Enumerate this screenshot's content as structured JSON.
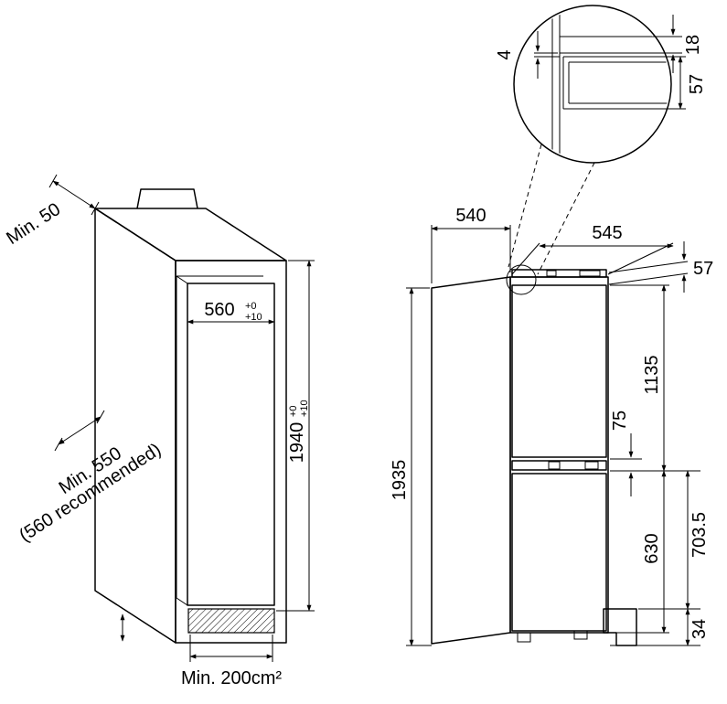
{
  "detail": {
    "gap": "4",
    "panel": "18",
    "door_thickness": "57"
  },
  "cabinet": {
    "wall_clearance": "Min. 50",
    "niche_width": "560",
    "niche_width_tol_upper": "+0",
    "niche_width_tol_lower": "+10",
    "niche_height": "1940",
    "niche_height_tol_upper": "+0",
    "niche_height_tol_lower": "+10",
    "depth": "Min. 550",
    "depth_note": "(560 recommended)",
    "ventilation": "Min. 200cm²"
  },
  "appliance": {
    "depth": "540",
    "door_width": "545",
    "door_thickness": "57",
    "height": "1935",
    "upper_door_height": "1135",
    "hinge_gap": "75",
    "lower_door_height": "630",
    "lower_section": "703.5",
    "plinth_height": "34"
  }
}
